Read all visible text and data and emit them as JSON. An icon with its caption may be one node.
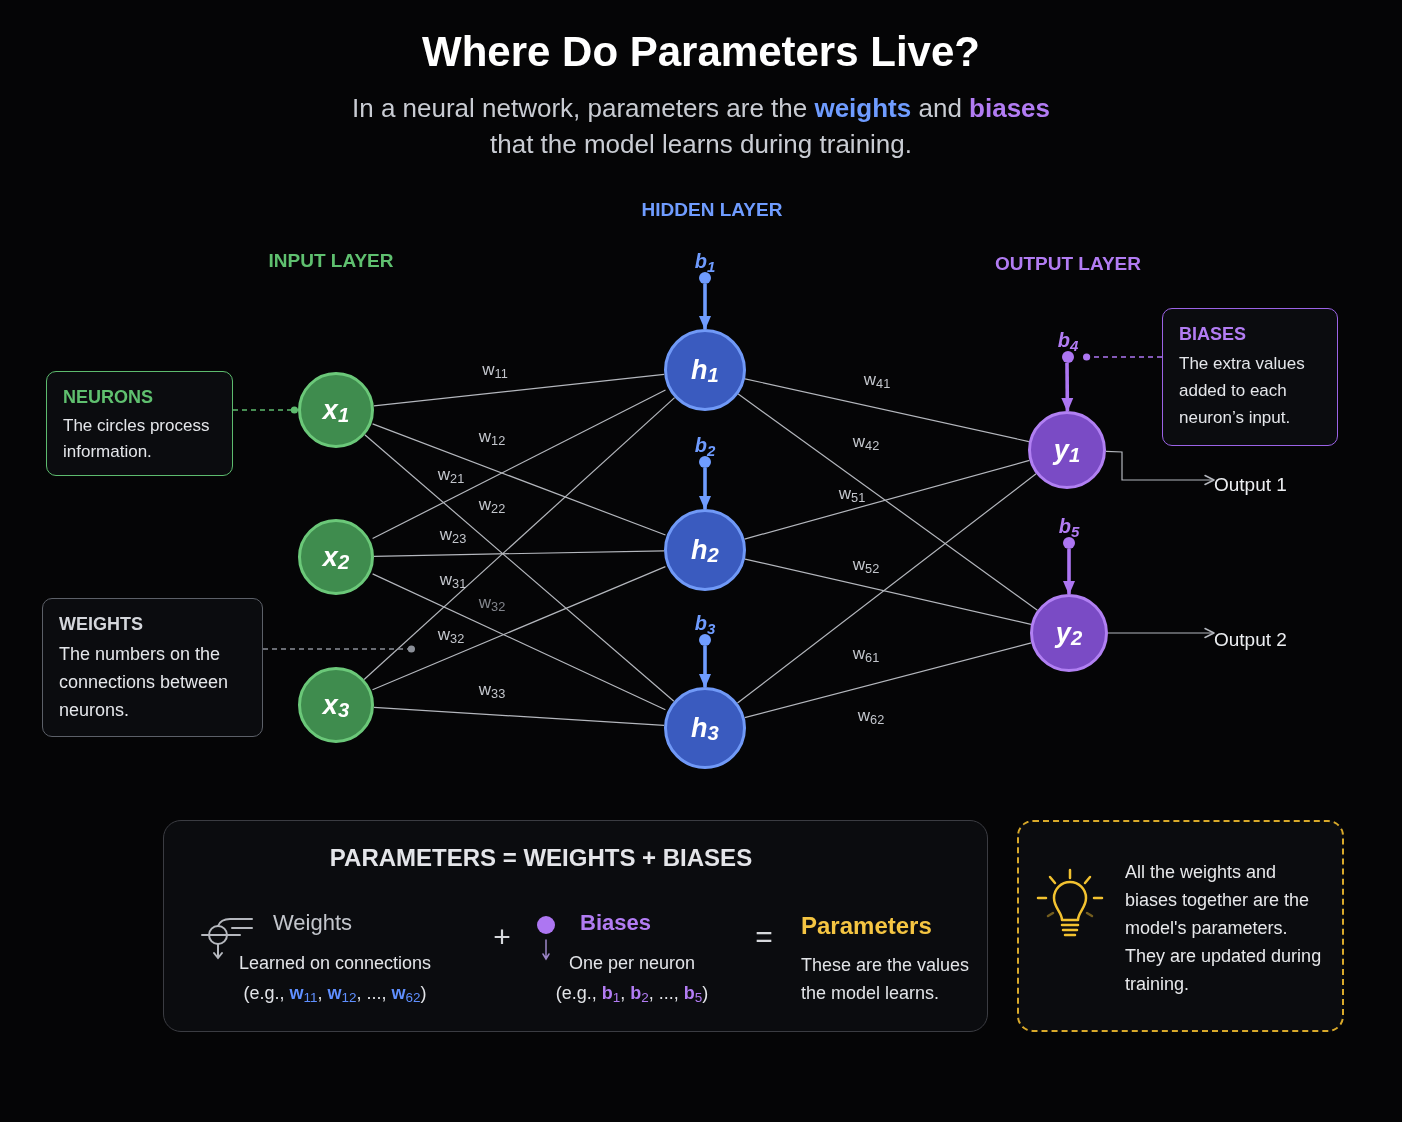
{
  "diagram": {
    "title": "Where Do Parameters Live?",
    "caption": "In a neural network, parameters are the **weights** and **biases** that the model learns during training.",
    "nodes": [
      {
        "text": [
          "x$_{1}$"
        ]
      },
      {
        "text": [
          "x$_{2}$"
        ]
      },
      {
        "text": [
          "x$_{3}$"
        ]
      },
      {
        "text": [
          "h$_{1}$"
        ]
      },
      {
        "text": [
          "h$_{2}$"
        ]
      },
      {
        "text": [
          "h$_{3}$"
        ]
      },
      {
        "text": [
          "y$_{1}$"
        ]
      },
      {
        "text": [
          "y$_{2}$"
        ]
      },
      {
        "text": [
          "b$_{1}$"
        ]
      },
      {
        "text": [
          "b$_{2}$"
        ]
      },
      {
        "text": [
          "b$_{3}$"
        ]
      },
      {
        "text": [
          "b$_{4}$"
        ]
      },
      {
        "text": [
          "b$_{5}$"
        ]
      },
      {
        "text": [
          "NEURONS",
          "The circles process information."
        ]
      },
      {
        "text": [
          "WEIGHTS",
          "The numbers on the connections between neurons."
        ]
      },
      {
        "text": [
          "BIASES",
          "The extra values added to each neuron’s input."
        ]
      },
      {
        "text": [
          "Output 1"
        ]
      },
      {
        "text": [
          "Output 2"
        ]
      },
      {
        "text": [
          "PARAMETERS = WEIGHTS + BIASES",
          "Weights",
          "Learned on connections (e.g., **w**$_{11}$, **w**$_{12}$, ..., **w**$_{62}$)",
          "+",
          "Biases",
          "One per neuron (e.g., **b**$_{1}$, **b**$_{2}$, ..., **b**$_{5}$)",
          "=",
          "Parameters",
          "These are the values the model learns."
        ]
      },
      {
        "text": [
          "All the weights and biases together are the model's parameters. They are updated during training."
        ]
      }
    ],
    "edges": [
      {
        "from": 0,
        "to": 3,
        "arrow": "none",
        "label": "w$_{11}$"
      },
      {
        "from": 0,
        "to": 4,
        "arrow": "none",
        "label": "w$_{12}$"
      },
      {
        "from": 0,
        "to": 5,
        "arrow": "none",
        "label": "w$_{23}$"
      },
      {
        "from": 1,
        "to": 3,
        "arrow": "none",
        "label": "w$_{21}$"
      },
      {
        "from": 1,
        "to": 4,
        "arrow": "none",
        "label": "w$_{22}$"
      },
      {
        "from": 1,
        "to": 5,
        "arrow": "none",
        "label": "w$_{32}$"
      },
      {
        "from": 2,
        "to": 3,
        "arrow": "none",
        "label": "w$_{31}$"
      },
      {
        "from": 2,
        "to": 4,
        "arrow": "none",
        "label": "w$_{32}$"
      },
      {
        "from": 2,
        "to": 5,
        "arrow": "none",
        "label": "w$_{33}$"
      },
      {
        "from": 3,
        "to": 6,
        "arrow": "none",
        "label": "w$_{41}$"
      },
      {
        "from": 3,
        "to": 7,
        "arrow": "none",
        "label": "w$_{42}$"
      },
      {
        "from": 4,
        "to": 6,
        "arrow": "none",
        "label": "w$_{51}$"
      },
      {
        "from": 4,
        "to": 7,
        "arrow": "none",
        "label": "w$_{52}$"
      },
      {
        "from": 5,
        "to": 6,
        "arrow": "none",
        "label": "w$_{61}$"
      },
      {
        "from": 5,
        "to": 7,
        "arrow": "none",
        "label": "w$_{62}$"
      },
      {
        "from": 8,
        "to": 3,
        "arrow": "to",
        "style": "thick",
        "color": "#6f9cff"
      },
      {
        "from": 9,
        "to": 4,
        "arrow": "to",
        "style": "thick",
        "color": "#6f9cff"
      },
      {
        "from": 10,
        "to": 5,
        "arrow": "to",
        "style": "thick",
        "color": "#6f9cff"
      },
      {
        "from": 11,
        "to": 6,
        "arrow": "to",
        "style": "thick",
        "color": "#ad76f2"
      },
      {
        "from": 12,
        "to": 7,
        "arrow": "to",
        "style": "thick",
        "color": "#ad76f2"
      },
      {
        "from": 13,
        "to": 0,
        "arrow": "other",
        "style": "dashed",
        "color": "#5dbb6e"
      },
      {
        "from": 14,
        "to": null,
        "arrow": "other",
        "style": "dashed",
        "color": "#8b8f98"
      },
      {
        "from": 15,
        "to": 11,
        "arrow": "other",
        "style": "dashed",
        "color": "#ad76f2"
      },
      {
        "from": 6,
        "to": 16,
        "arrow": "to"
      },
      {
        "from": 7,
        "to": 17,
        "arrow": "to"
      }
    ],
    "labels": [
      "INPUT LAYER",
      "HIDDEN LAYER",
      "OUTPUT LAYER"
    ]
  }
}
